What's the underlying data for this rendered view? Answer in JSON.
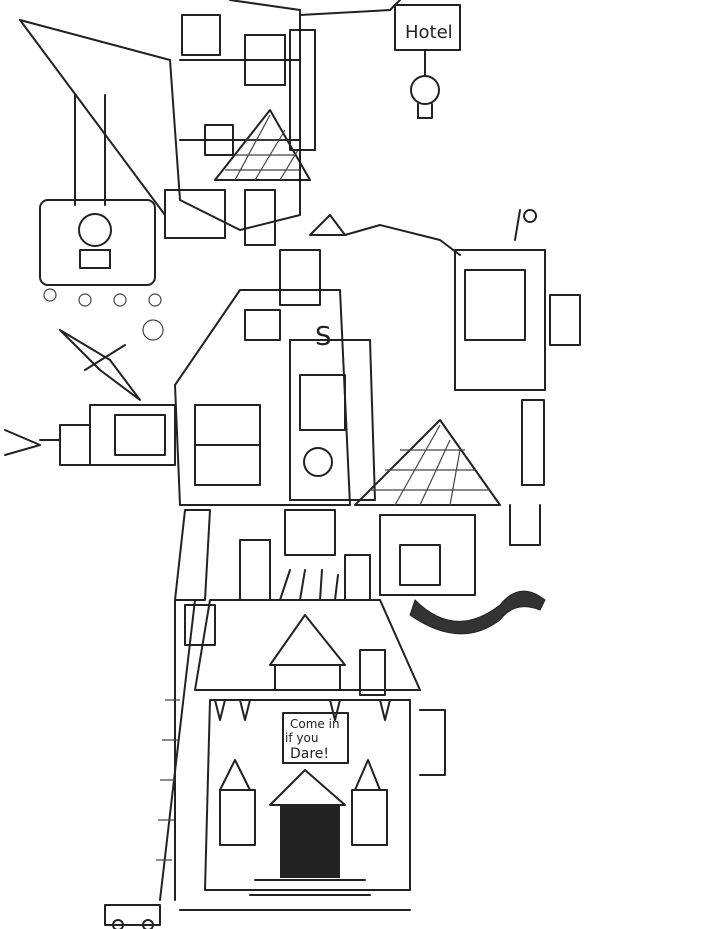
{
  "drawing": {
    "hotel_sign": "Hotel",
    "door_sign": {
      "line1": "Come in",
      "line2": "if you",
      "line3": "Dare!"
    },
    "tower_letter": "S"
  },
  "colors": {
    "paper": "#ffffff",
    "pencil": "#222222"
  }
}
